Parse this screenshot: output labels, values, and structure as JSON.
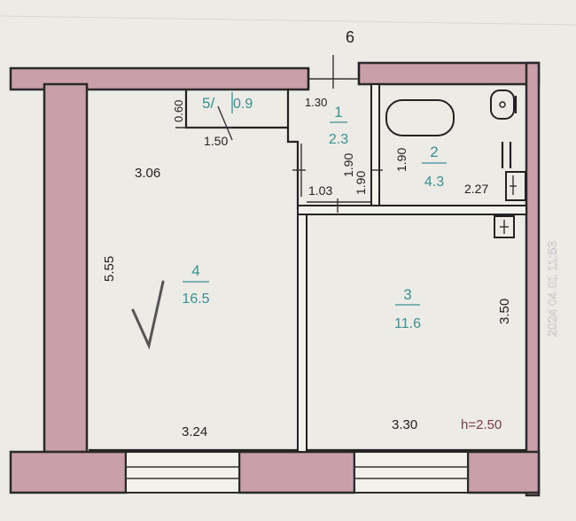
{
  "building_number": "6",
  "ceiling_height": "h=2.50",
  "timestamp": "2024 04 01 11:53",
  "rooms": [
    {
      "number": "1",
      "area": "2.3"
    },
    {
      "number": "2",
      "area": "4.3"
    },
    {
      "number": "3",
      "area": "11.6"
    },
    {
      "number": "4",
      "area": "16.5"
    },
    {
      "label": "5/",
      "area": "0.9"
    }
  ],
  "dimensions": {
    "closet_depth": "0.60",
    "closet_width": "1.50",
    "hall_top": "1.30",
    "hall_height": "1.90",
    "hall_width": "1.03",
    "bath_height": "1.90",
    "bath_width": "2.27",
    "room4_top": "3.06",
    "room4_height": "5.55",
    "room4_bottom": "3.24",
    "room3_height": "3.50",
    "room3_bottom": "3.30"
  },
  "colors": {
    "wall": "#c9a0a9",
    "room_label": "#3a8f93",
    "background": "#ecebe6"
  }
}
